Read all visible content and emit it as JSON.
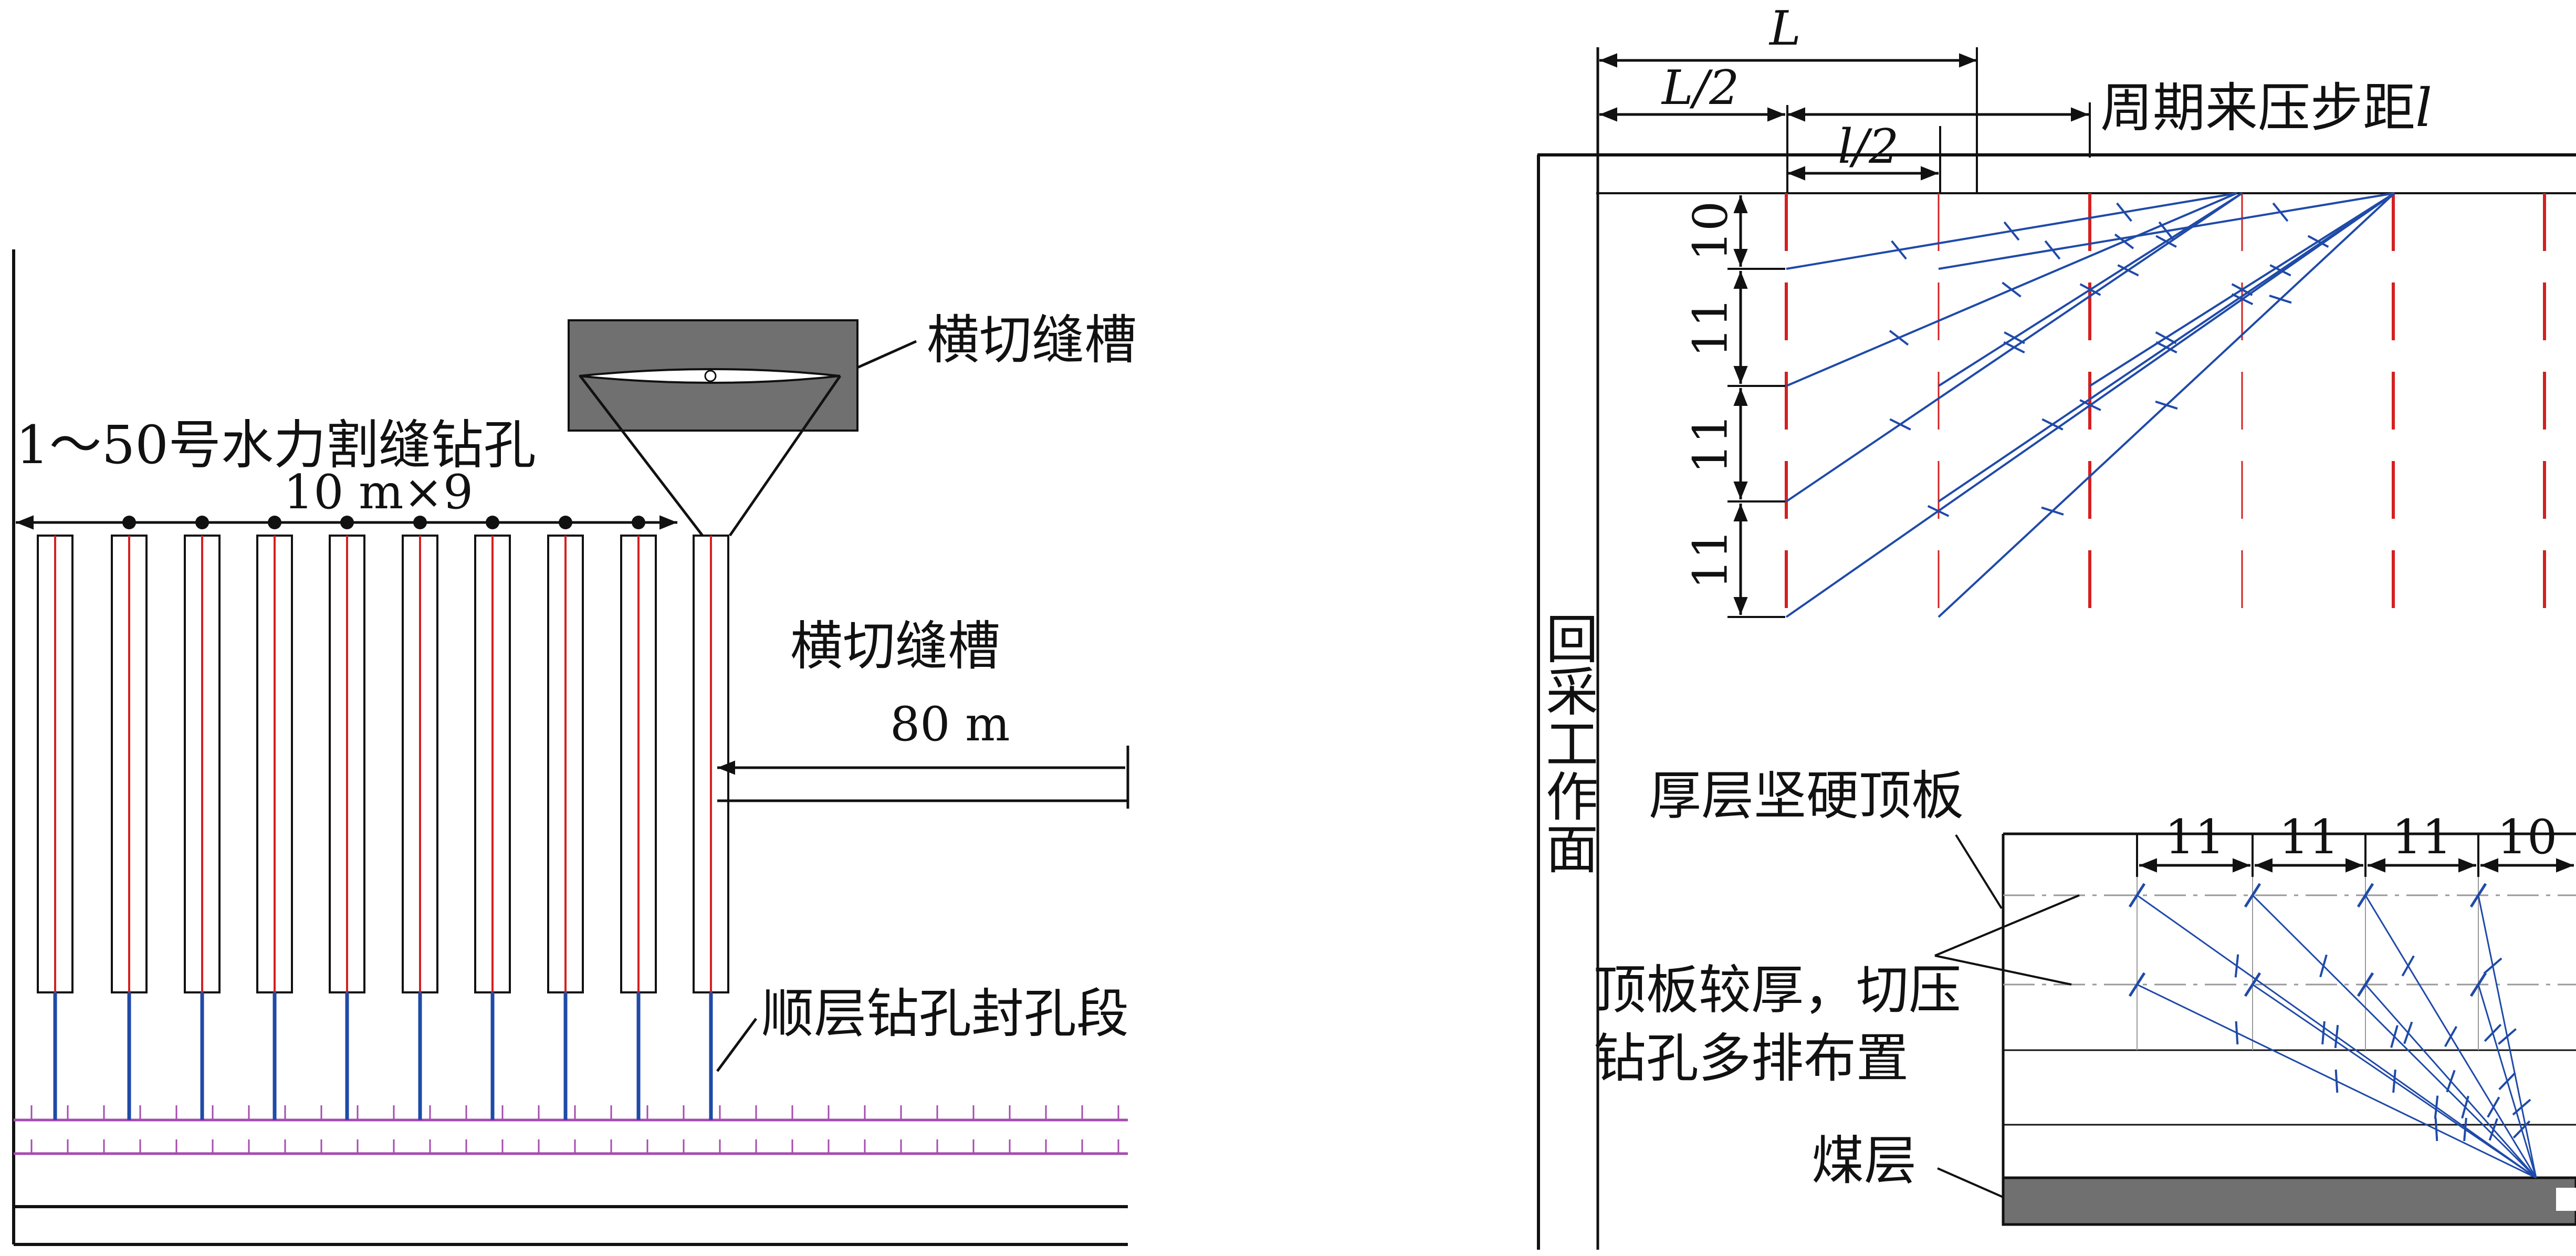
{
  "left_panel": {
    "label_box_title": "横切缝槽",
    "label_holes": "1～50号水力割缝钻孔",
    "label_spacing": "10 m×9",
    "label_slot": "横切缝槽",
    "label_distance": "80 m",
    "label_seal": "顺层钻孔封孔段"
  },
  "right_panel": {
    "label_L": "L",
    "label_L_half": "L/2",
    "label_period": "周期来压步距",
    "label_l": "l",
    "label_l_half": "l/2",
    "vertical_dims": [
      "10",
      "11",
      "11",
      "11"
    ],
    "label_face": "回采工作面",
    "label_roof": "厚层坚硬顶板",
    "label_multi_line1": "顶板较厚，切压",
    "label_multi_line2": "钻孔多排布置",
    "label_coal": "煤层",
    "horizontal_dims": [
      "11",
      "11",
      "11",
      "10"
    ]
  },
  "colors": {
    "ink": "#111111",
    "red": "#d42020",
    "blue": "#1f4aa8",
    "purple": "#a64bb0",
    "gray": "#707070",
    "light": "#9a9a9a"
  }
}
